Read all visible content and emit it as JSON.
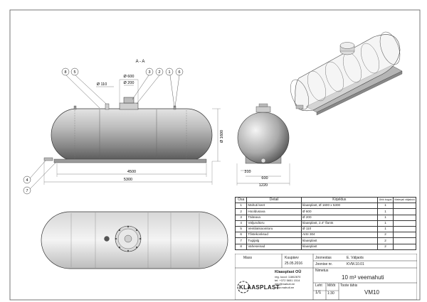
{
  "section_label": "A - A",
  "callouts": [
    "8",
    "5",
    "3",
    "2",
    "1",
    "6",
    "4",
    "7"
  ],
  "dims": {
    "d600": "Ø 600",
    "d200": "Ø 200",
    "d110": "Ø 110",
    "d1600": "Ø 1600",
    "l4500": "4500",
    "l5300": "5300",
    "w310": "310",
    "w600": "600",
    "w1220": "1220"
  },
  "bom": {
    "headers": [
      "Osa",
      "Detail",
      "Kirjeldus",
      "Ühik kogus",
      "Materjali väljakulu"
    ],
    "rows": [
      {
        "osa": "1",
        "detail": "Mahuti keet",
        "kirjeldus": "klaasplast,  Ø 1600 x 5300",
        "kogus": "1"
      },
      {
        "osa": "2",
        "detail": "Hooldusava",
        "kirjeldus": "Ø 600",
        "kogus": "1"
      },
      {
        "osa": "3",
        "detail": "Täiteava",
        "kirjeldus": "Ø 200",
        "kogus": "1"
      },
      {
        "osa": "4",
        "detail": "Väljundtoru",
        "kirjeldus": "klaasplast, 2.4\" flants",
        "kogus": "1"
      },
      {
        "osa": "5",
        "detail": "Ventilatsioonitoru",
        "kirjeldus": "Ø 110",
        "kogus": "1"
      },
      {
        "osa": "6",
        "detail": "Tõstekonksud",
        "kirjeldus": "AISI 304",
        "kogus": "2"
      },
      {
        "osa": "7",
        "detail": "Tugijalg",
        "kirjeldus": "klaasplast",
        "kogus": "2"
      },
      {
        "osa": "8",
        "detail": "Vaheseinad",
        "kirjeldus": "klaasplast",
        "kogus": "2"
      }
    ]
  },
  "title_block": {
    "mass_label": "Mass",
    "date_label": "Kuupäev",
    "date": "25.05.2016",
    "designer_label": "Joonestas",
    "designer": "E. Väljaots",
    "drawing_no_label": "Joonise nr.",
    "drawing_no": "KVM.10.01",
    "name_label": "Nimetus",
    "name": "10 m³ veemahuti",
    "sheet_label": "Leht",
    "sheet": "1/1",
    "scale_label": "Mõõt",
    "scale": "1:30",
    "product_label": "Toote tähis",
    "product": "VM10",
    "company": "Klaasplast OÜ",
    "company_line1": "reg. kood: 11862870",
    "company_line2": "tel: +372 5651 1514",
    "company_line3": "info@mahuti.ee",
    "company_line4": "www.mahuti.ee",
    "logo": "KLAASPLAST"
  }
}
